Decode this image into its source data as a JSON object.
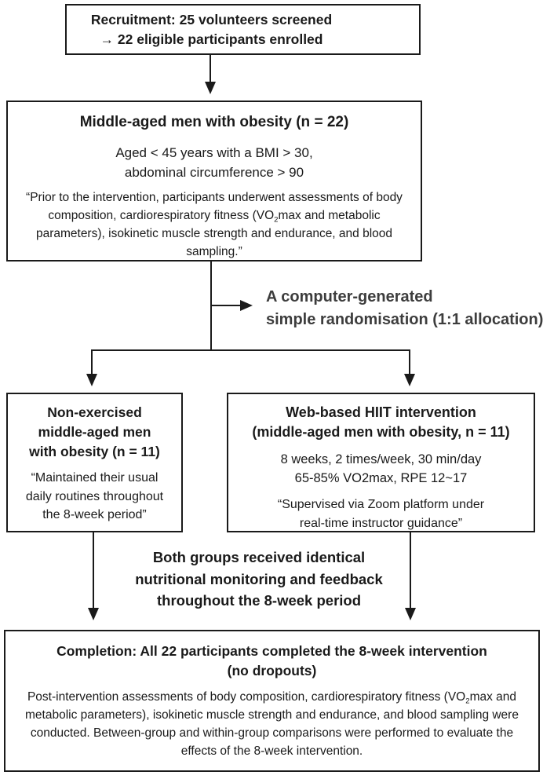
{
  "page": {
    "background_color": "#ffffff",
    "ink_color": "#1a1a1a",
    "randomisation_label_color": "#3d3d3d"
  },
  "flowchart": {
    "recruitment": {
      "lines": [
        "Recruitment: 25 volunteers screened",
        "→ 22 eligible participants enrolled"
      ]
    },
    "enrollment": {
      "title": "Middle-aged men with obesity (n = 22)",
      "criteria": [
        "Aged < 45 years with a BMI > 30,",
        "abdominal circumference > 90"
      ],
      "quote": {
        "pre": "“Prior to the intervention, participants underwent assessments of body composition, cardiorespiratory fitness (VO",
        "sub": "2",
        "post": "max and metabolic parameters), isokinetic muscle strength and endurance, and blood sampling.”"
      }
    },
    "randomisation": {
      "lines": [
        "A computer-generated",
        "simple randomisation (1:1 allocation)"
      ]
    },
    "control_group": {
      "title_lines": [
        "Non-exercised",
        "middle-aged men",
        "with obesity (n = 11)"
      ],
      "quote_lines": [
        "“Maintained their usual",
        "daily routines throughout",
        "the 8-week period”"
      ]
    },
    "intervention_group": {
      "title_lines": [
        "Web-based HIIT intervention",
        "(middle-aged men with obesity, n = 11)"
      ],
      "detail_lines": [
        "8 weeks, 2 times/week, 30 min/day",
        "65-85% VO2max, RPE 12~17"
      ],
      "quote_lines": [
        "“Supervised via Zoom platform under",
        "real-time instructor guidance”"
      ]
    },
    "shared_note": {
      "lines": [
        "Both groups received identical",
        "nutritional monitoring and feedback",
        "throughout the 8-week period"
      ]
    },
    "completion": {
      "title_lines": [
        "Completion: All 22 participants completed the 8-week intervention",
        "(no dropouts)"
      ],
      "body": {
        "pre": "Post-intervention assessments of body composition, cardiorespiratory fitness (VO",
        "sub": "2",
        "post": "max and metabolic parameters), isokinetic muscle strength and endurance, and blood sampling were conducted. Between-group and within-group comparisons were performed to evaluate the effects of the 8-week intervention."
      }
    }
  }
}
